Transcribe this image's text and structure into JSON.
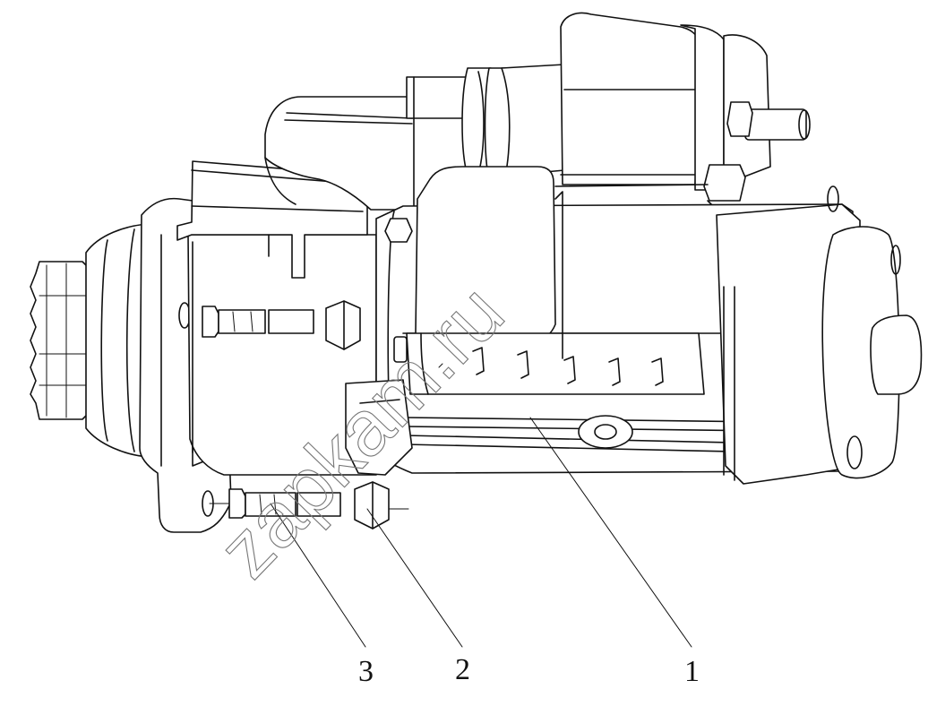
{
  "callouts": [
    {
      "id": "1",
      "label": "1"
    },
    {
      "id": "2",
      "label": "2"
    },
    {
      "id": "3",
      "label": "3"
    }
  ],
  "watermark": {
    "text": "zapkam.ru",
    "color": "#777777"
  },
  "colors": {
    "line": "#111111",
    "background": "#ffffff"
  }
}
